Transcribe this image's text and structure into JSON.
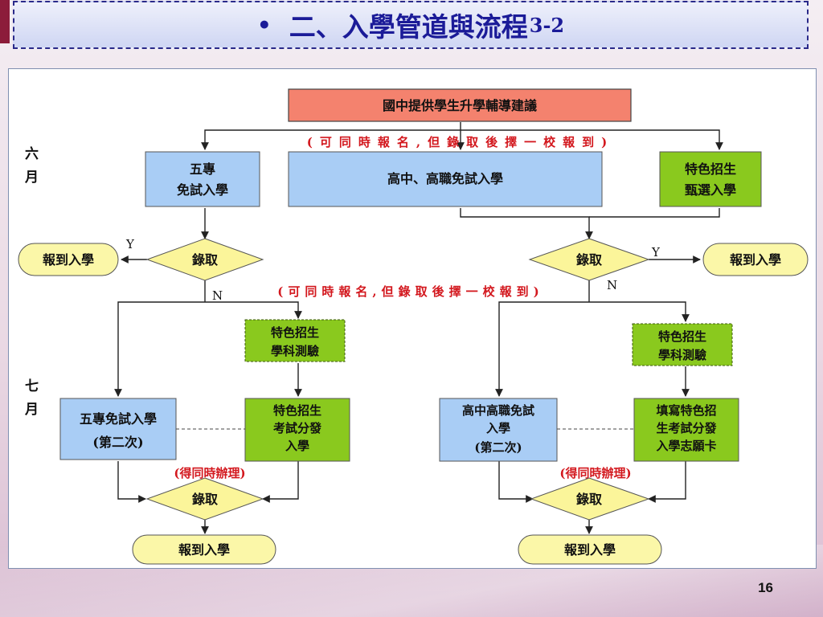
{
  "title": {
    "bullet": "•",
    "main": "二、入學管道與流程",
    "sub": "3-2"
  },
  "months": {
    "june": "六月",
    "july": "七月"
  },
  "nodes": {
    "top": "國中提供學生升學輔導建議",
    "wuzhuan1": [
      "五專",
      "免試入學"
    ],
    "highschool1": "高中、高職免試入學",
    "tese1": [
      "特色招生",
      "甄選入學"
    ],
    "lu_left1": "錄取",
    "lu_right1": "錄取",
    "report_left": "報到入學",
    "report_right": "報到入學",
    "tese_test_left": [
      "特色招生",
      "學科測驗"
    ],
    "tese_test_right": [
      "特色招生",
      "學科測驗"
    ],
    "wuzhuan2": [
      "五專免試入學",
      "(第二次)"
    ],
    "tese_exam_left": [
      "特色招生",
      "考試分發",
      "入學"
    ],
    "highschool2": [
      "高中高職免試",
      "入學",
      "(第二次)"
    ],
    "tese_exam_right": [
      "填寫特色招",
      "生考試分發",
      "入學志願卡"
    ],
    "lu_left2": "錄取",
    "lu_right2": "錄取",
    "report_bottom_left": "報到入學",
    "report_bottom_right": "報到入學"
  },
  "notes": {
    "note1": "(可同時報名,但錄取後擇一校報到)",
    "note2": "(可同時報名,但錄取後擇一校報到)",
    "same_time_left": "(得同時辦理)",
    "same_time_right": "(得同時辦理)"
  },
  "edge_labels": {
    "yes": "Y",
    "no": "N"
  },
  "page_number": "16",
  "watermark": "",
  "colors": {
    "title_text": "#1b1b98",
    "top_box": "#f4826e",
    "blue_box": "#a9cdf5",
    "green_box": "#8ac91e",
    "diamond": "#fbf59a",
    "pill": "#fbf7a8",
    "note_red": "#d3181e"
  }
}
